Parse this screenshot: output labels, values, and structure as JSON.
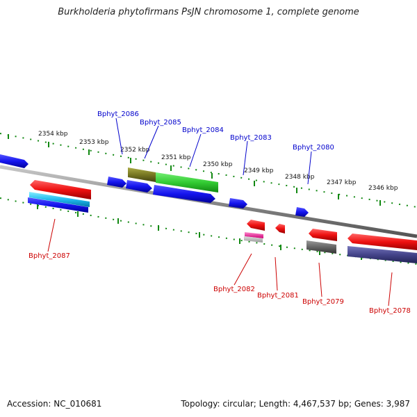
{
  "title": "Burkholderia phytofirmans PsJN chromosome 1, complete genome",
  "footer": {
    "accession": "Accession: NC_010681",
    "topology": "Topology: circular; Length: 4,467,537 bp; Genes: 3,987"
  },
  "colors": {
    "label_top": "#0000cc",
    "label_bottom": "#cc0000",
    "tick": "#118811",
    "backbone": "#8a8a8a"
  },
  "scale_labels": [
    "2354 kbp",
    "2353 kbp",
    "2352 kbp",
    "2351 kbp",
    "2350 kbp",
    "2349 kbp",
    "2348 kbp",
    "2347 kbp",
    "2346 kbp"
  ],
  "genes_top": [
    {
      "label": "Bphyt_2086",
      "color": "#1515ee"
    },
    {
      "label": "Bphyt_2085",
      "color": "#1515ee"
    },
    {
      "label": "Bphyt_2084",
      "color": "#33cc33"
    },
    {
      "label": "Bphyt_2083",
      "color": "#1515ee"
    },
    {
      "label": "Bphyt_2080",
      "color": "#1515ee"
    }
  ],
  "genes_bottom": [
    {
      "label": "Bphyt_2087",
      "color": "#ee1111"
    },
    {
      "label": "Bphyt_2082",
      "color": "#ee1111"
    },
    {
      "label": "Bphyt_2081",
      "color": "#ee1111"
    },
    {
      "label": "Bphyt_2079",
      "color": "#ee1111"
    },
    {
      "label": "Bphyt_2078",
      "color": "#ee1111"
    }
  ]
}
